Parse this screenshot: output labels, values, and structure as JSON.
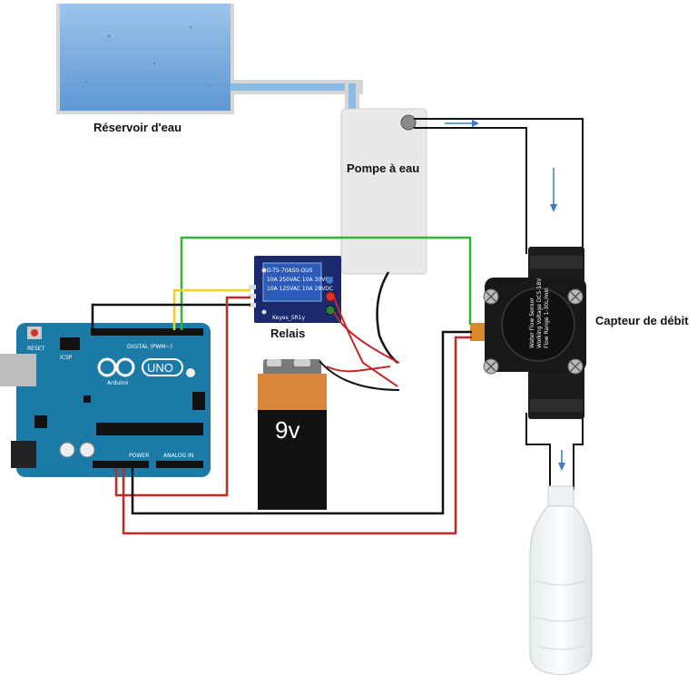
{
  "labels": {
    "reservoir": "Réservoir d'eau",
    "pump": "Pompe à eau",
    "relay": "Relais",
    "flow_sensor": "Capteur de débit",
    "battery": "9v",
    "relay_module": "Keyes_SR1y",
    "relay_part": "D-TS-70AS0-OUS",
    "arduino_brand": "Arduino",
    "arduino_model": "UNO",
    "arduino_reset": "RESET",
    "arduino_icsp": "ICSP",
    "arduino_digital": "DIGITAL (PWM~)",
    "arduino_power": "POWER",
    "arduino_analog": "ANALOG IN"
  },
  "colors": {
    "water": "#7fb2e4",
    "arduino": "#1b7aa6",
    "wire_red": "#c62828",
    "wire_black": "#111111",
    "wire_green": "#2fb52f",
    "wire_yellow": "#f2d11a",
    "relay_board": "#1a2a6c",
    "battery_orange": "#d9863a",
    "sensor_body": "#1c1c1c",
    "flow_arrow": "#3a7ac8"
  }
}
